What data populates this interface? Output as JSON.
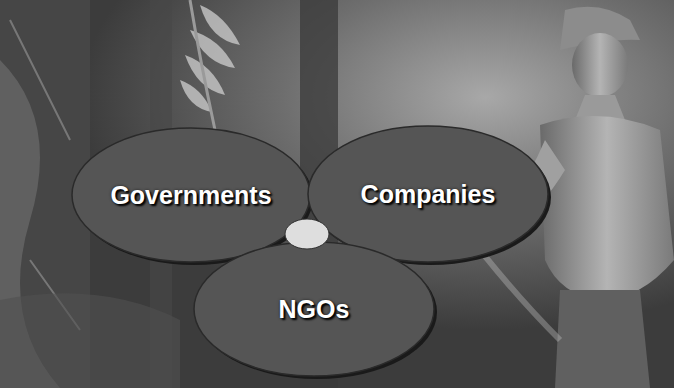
{
  "diagram": {
    "nodes": [
      {
        "text": [
          "Governments"
        ]
      },
      {
        "text": [
          "Companies"
        ]
      },
      {
        "text": [
          "NGOs"
        ]
      }
    ]
  }
}
